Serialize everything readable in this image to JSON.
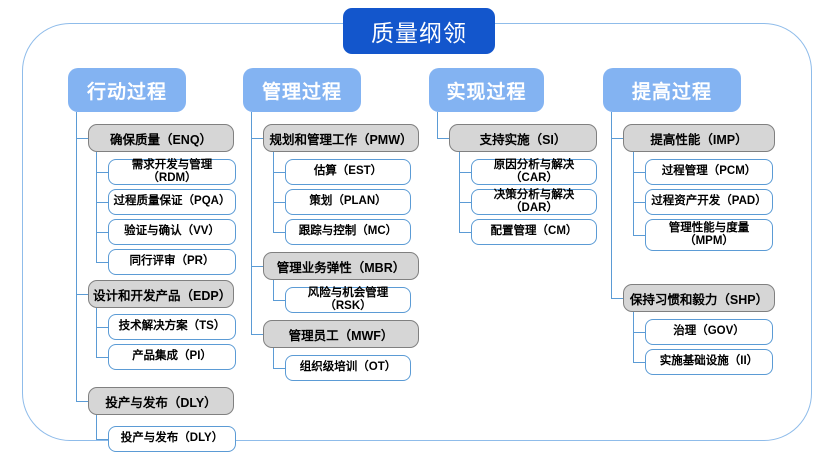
{
  "title": "质量纲领",
  "colors": {
    "title_bg": "#1356CC",
    "header_bg": "#83B3F2",
    "group_bg": "#D6D6D6",
    "group_border": "#808080",
    "leaf_border": "#5B9BD5",
    "frame_border": "#8FBCEA",
    "connector": "#5B9BD5"
  },
  "columns": [
    {
      "header": "行动过程",
      "groups": [
        {
          "label": "确保质量（ENQ）",
          "children": [
            "需求开发与管理（RDM）",
            "过程质量保证（PQA）",
            "验证与确认（VV）",
            "同行评审（PR）"
          ]
        },
        {
          "label": "设计和开发产品（EDP）",
          "children": [
            "技术解决方案（TS）",
            "产品集成（PI）"
          ]
        },
        {
          "label": "投产与发布（DLY）",
          "children": [
            "投产与发布（DLY）"
          ]
        }
      ]
    },
    {
      "header": "管理过程",
      "groups": [
        {
          "label": "规划和管理工作（PMW）",
          "children": [
            "估算（EST）",
            "策划（PLAN）",
            "跟踪与控制（MC）"
          ]
        },
        {
          "label": "管理业务弹性（MBR）",
          "children": [
            "风险与机会管理（RSK）"
          ]
        },
        {
          "label": "管理员工（MWF）",
          "children": [
            "组织级培训（OT）"
          ]
        }
      ]
    },
    {
      "header": "实现过程",
      "groups": [
        {
          "label": "支持实施（SI）",
          "children": [
            "原因分析与解决（CAR）",
            "决策分析与解决（DAR）",
            "配置管理（CM）"
          ]
        }
      ]
    },
    {
      "header": "提高过程",
      "groups": [
        {
          "label": "提高性能（IMP）",
          "children": [
            "过程管理（PCM）",
            "过程资产开发（PAD）",
            "管理性能与度量（MPM）"
          ]
        },
        {
          "label": "保持习惯和毅力（SHP）",
          "children": [
            "治理（GOV）",
            "实施基础设施（II）"
          ]
        }
      ]
    }
  ]
}
